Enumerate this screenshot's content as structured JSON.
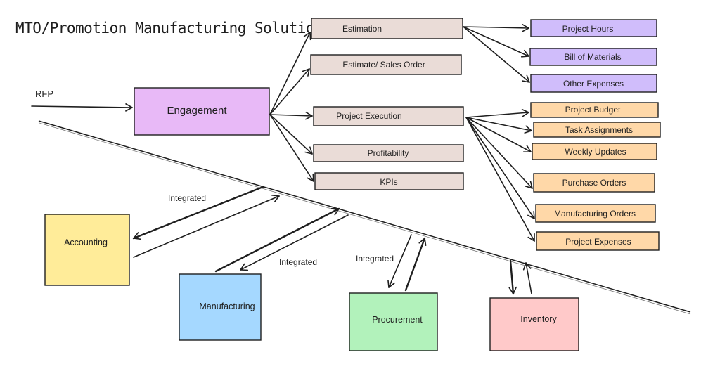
{
  "title": "MTO/Promotion Manufacturing Solution",
  "colors": {
    "engagement": "#e8b9f7",
    "process": "#eadcd7",
    "estimation_output": "#d0bdfb",
    "execution_output": "#ffd8a8",
    "accounting": "#ffec99",
    "manufacturing": "#a5d8ff",
    "procurement": "#b2f2bb",
    "inventory": "#ffc9c9"
  },
  "input": {
    "label": "RFP"
  },
  "engagement": {
    "label": "Engagement"
  },
  "processes": {
    "estimation": "Estimation",
    "estimate_sales_order": "Estimate/ Sales Order",
    "project_execution": "Project Execution",
    "profitability": "Profitability",
    "kpis": "KPIs"
  },
  "estimation_outputs": [
    "Project Hours",
    "Bill of Materials",
    "Other Expenses"
  ],
  "execution_outputs": [
    "Project Budget",
    "Task Assignments",
    "Weekly Updates",
    "Purchase Orders",
    "Manufacturing Orders",
    "Project Expenses"
  ],
  "modules": {
    "accounting": "Accounting",
    "manufacturing": "Manufacturing",
    "procurement": "Procurement",
    "inventory": "Inventory"
  },
  "integration_labels": [
    "Integrated",
    "Integrated",
    "Integrated"
  ]
}
